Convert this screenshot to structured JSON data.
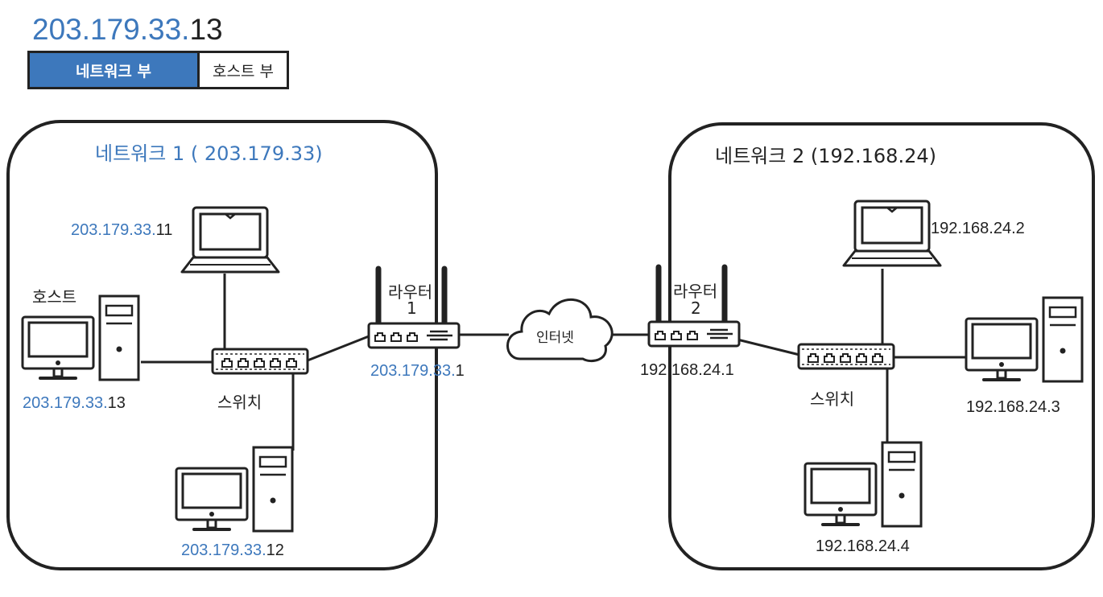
{
  "header": {
    "ip_network_part": "203.179.33.",
    "ip_host_part": "13"
  },
  "legend": {
    "network_part": "네트워크 부",
    "host_part": "호스트 부"
  },
  "network1": {
    "title": "네트워크 1 ( 203.179.33)",
    "host_label": "호스트",
    "switch_label": "스위치",
    "laptop": {
      "net": "203.179.33.",
      "host": "11"
    },
    "desktop_left": {
      "net": "203.179.33.",
      "host": "13"
    },
    "desktop_bottom": {
      "net": "203.179.33.",
      "host": "12"
    },
    "router_label_line1": "라우터",
    "router_label_line2": "1",
    "router_ip": {
      "net": "203.179.33.",
      "host": "1"
    }
  },
  "internet_label": "인터넷",
  "network2": {
    "title": "네트워크 2 (192.168.24)",
    "switch_label": "스위치",
    "laptop_ip": "192.168.24.2",
    "desktop_right_ip": "192.168.24.3",
    "desktop_bottom_ip": "192.168.24.4",
    "router_label_line1": "라우터",
    "router_label_line2": "2",
    "router_ip": "192.168.24.1"
  },
  "colors": {
    "network_blue": "#3d78bc",
    "outline": "#222222"
  }
}
